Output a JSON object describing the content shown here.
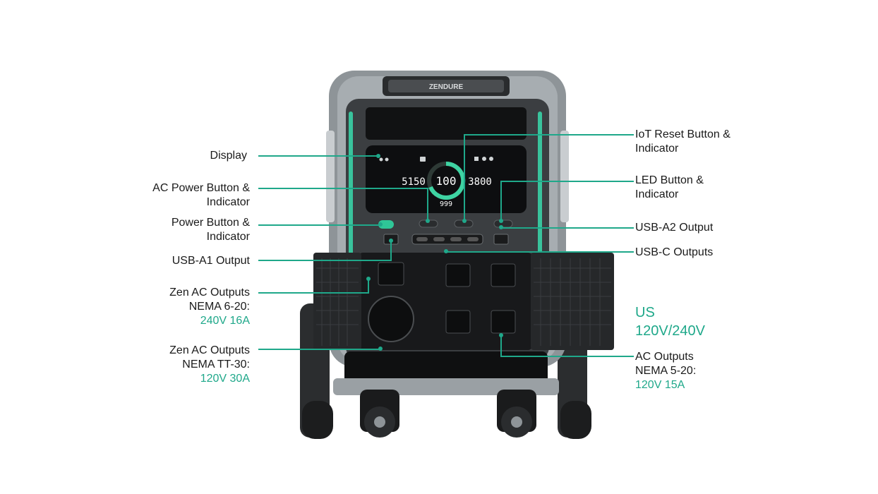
{
  "brand": "ZENDURE",
  "display_readouts": {
    "input_watts": "5150",
    "battery_percent": "100",
    "output_watts": "3800",
    "remaining": "999"
  },
  "callouts": {
    "display": "Display",
    "ac_power_button_1": "AC Power Button &",
    "ac_power_button_2": "Indicator",
    "power_button_1": "Power Button &",
    "power_button_2": "Indicator",
    "usb_a1": "USB-A1 Output",
    "zen_ac_620_1": "Zen AC Outputs",
    "zen_ac_620_2": "NEMA 6-20:",
    "zen_ac_620_3": "240V 16A",
    "zen_ac_tt30_1": "Zen AC Outputs",
    "zen_ac_tt30_2": "NEMA TT-30:",
    "zen_ac_tt30_3": "120V 30A",
    "iot_reset_1": "IoT Reset Button &",
    "iot_reset_2": "Indicator",
    "led_button_1": "LED Button &",
    "led_button_2": "Indicator",
    "usb_a2": "USB-A2 Output",
    "usb_c": "USB-C Outputs",
    "region_1": "US",
    "region_2": "120V/240V",
    "ac_520_1": "AC Outputs",
    "ac_520_2": "NEMA 5-20:",
    "ac_520_3": "120V 15A"
  },
  "colors": {
    "accent": "#1fa88a",
    "device_body": "#3a3d40",
    "device_frame": "#9aa0a4",
    "panel": "#111214"
  }
}
